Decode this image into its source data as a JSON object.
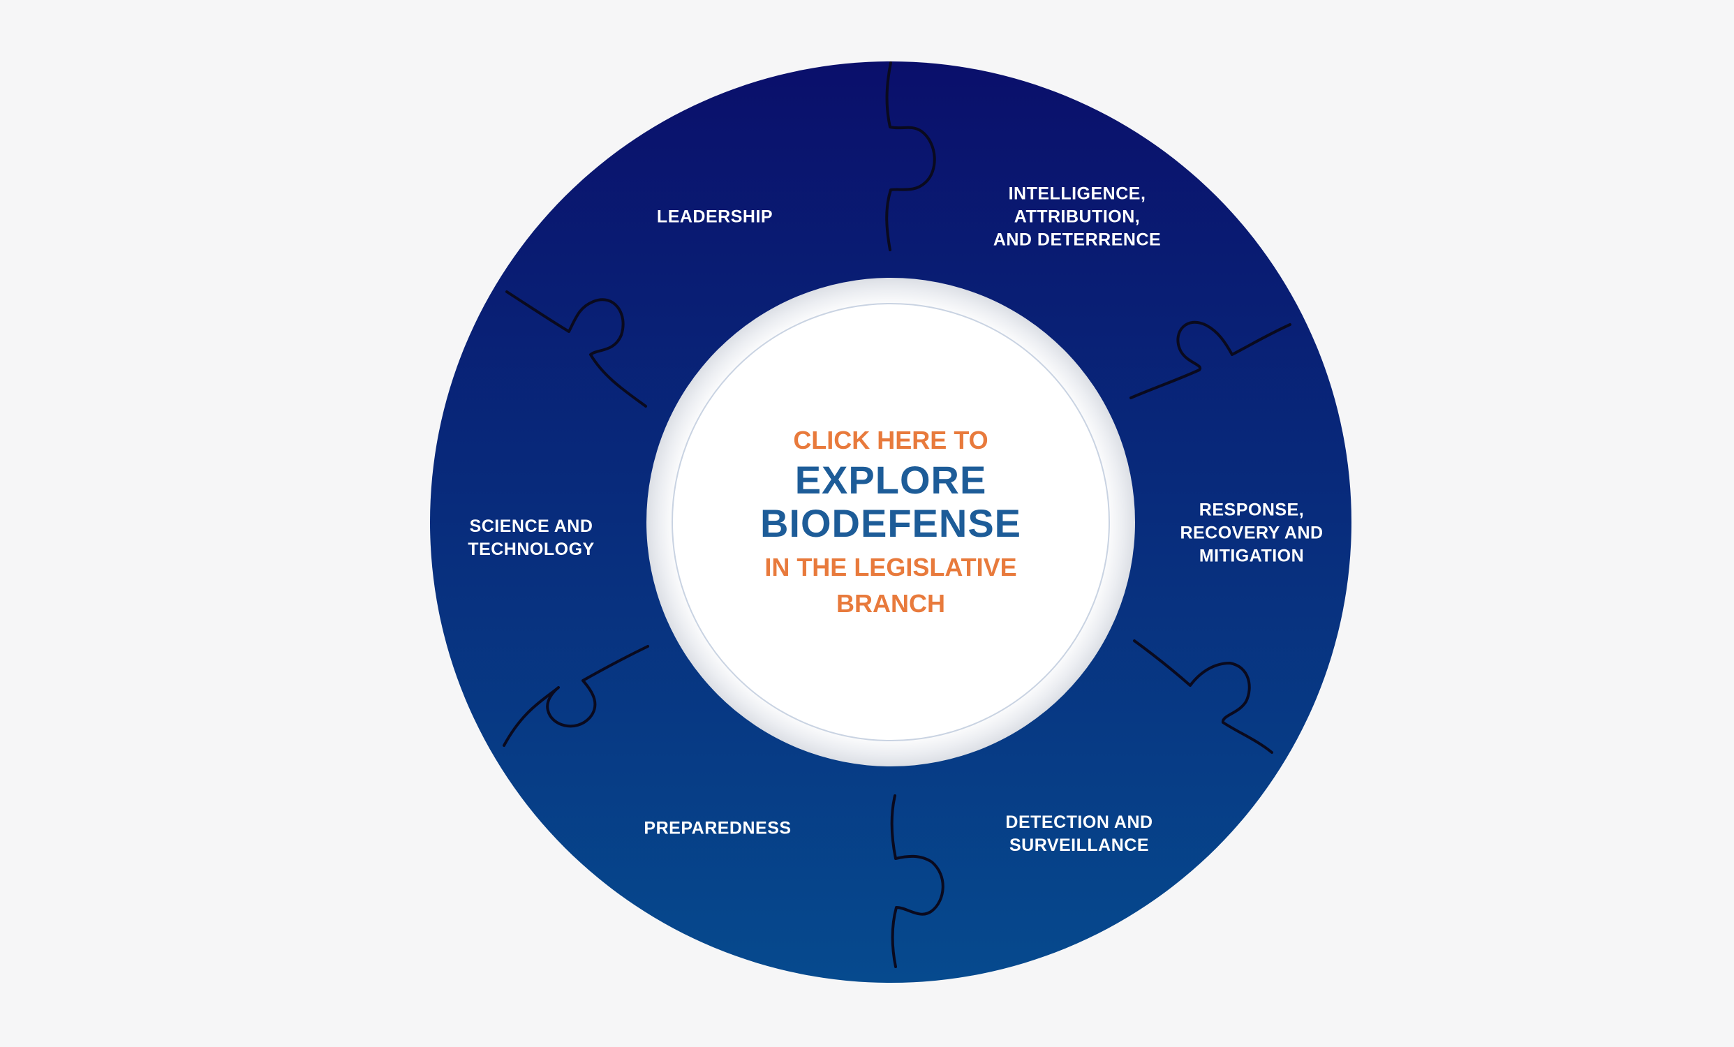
{
  "segments": {
    "leadership": "LEADERSHIP",
    "intelligence": "INTELLIGENCE,\nATTRIBUTION,\nAND DETERRENCE",
    "response": "RESPONSE,\nRECOVERY  AND\nMITIGATION",
    "detection": "DETECTION AND\nSURVEILLANCE",
    "preparedness": "PREPAREDNESS",
    "science": "SCIENCE AND\nTECHNOLOGY"
  },
  "center": {
    "line1": "CLICK HERE TO",
    "line2": "EXPLORE",
    "line3": "BIODEFENSE",
    "line4": "IN THE LEGISLATIVE",
    "line5": "BRANCH"
  },
  "colors": {
    "ring_top": "#0a0f6b",
    "ring_bottom": "#064a8e",
    "center_orange": "#e87a3c",
    "center_blue": "#1d5c98",
    "background": "#f6f6f7"
  }
}
